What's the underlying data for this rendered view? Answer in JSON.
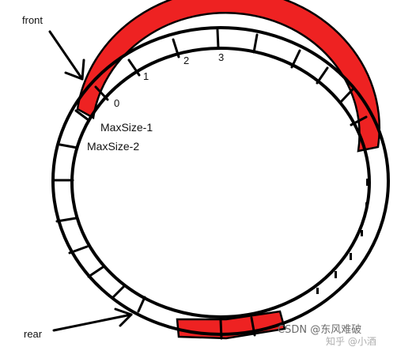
{
  "labels": {
    "front": "front",
    "rear": "rear",
    "index_0": "0",
    "index_1": "1",
    "index_2": "2",
    "index_3": "3",
    "maxsize_1": "MaxSize-1",
    "maxsize_2": "MaxSize-2"
  },
  "watermark": {
    "csdn": "CSDN @东风难破",
    "zhihu": "知乎 @小酒"
  },
  "colors": {
    "filled": "#ee2222",
    "empty": "#ffffff",
    "outline": "#000000"
  }
}
